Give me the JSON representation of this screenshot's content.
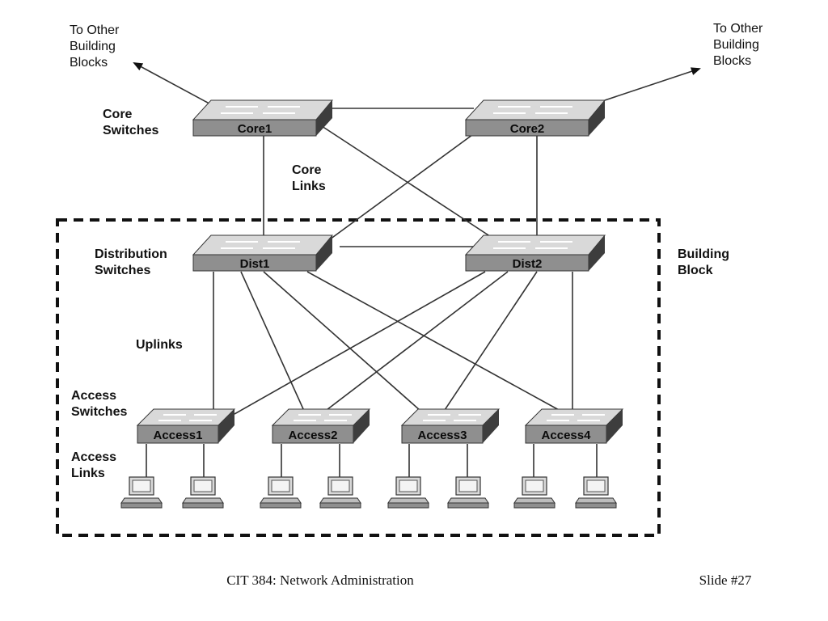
{
  "labels": {
    "to_other_left": [
      "To Other",
      "Building",
      "Blocks"
    ],
    "to_other_right": [
      "To Other",
      "Building",
      "Blocks"
    ],
    "core_switches": [
      "Core",
      "Switches"
    ],
    "core_links": [
      "Core",
      "Links"
    ],
    "distribution_switches": [
      "Distribution",
      "Switches"
    ],
    "building_block": [
      "Building",
      "Block"
    ],
    "uplinks": "Uplinks",
    "access_switches": [
      "Access",
      "Switches"
    ],
    "access_links": [
      "Access",
      "Links"
    ]
  },
  "switches": {
    "core": [
      "Core1",
      "Core2"
    ],
    "dist": [
      "Dist1",
      "Dist2"
    ],
    "access": [
      "Access1",
      "Access2",
      "Access3",
      "Access4"
    ]
  },
  "footer": {
    "course": "CIT 384: Network Administration",
    "slide": "Slide #27"
  },
  "colors": {
    "switch_top": "#d9d9d9",
    "switch_front": "#8f8f8f",
    "switch_side": "#3d3d3d",
    "border_dash": "#111111"
  }
}
